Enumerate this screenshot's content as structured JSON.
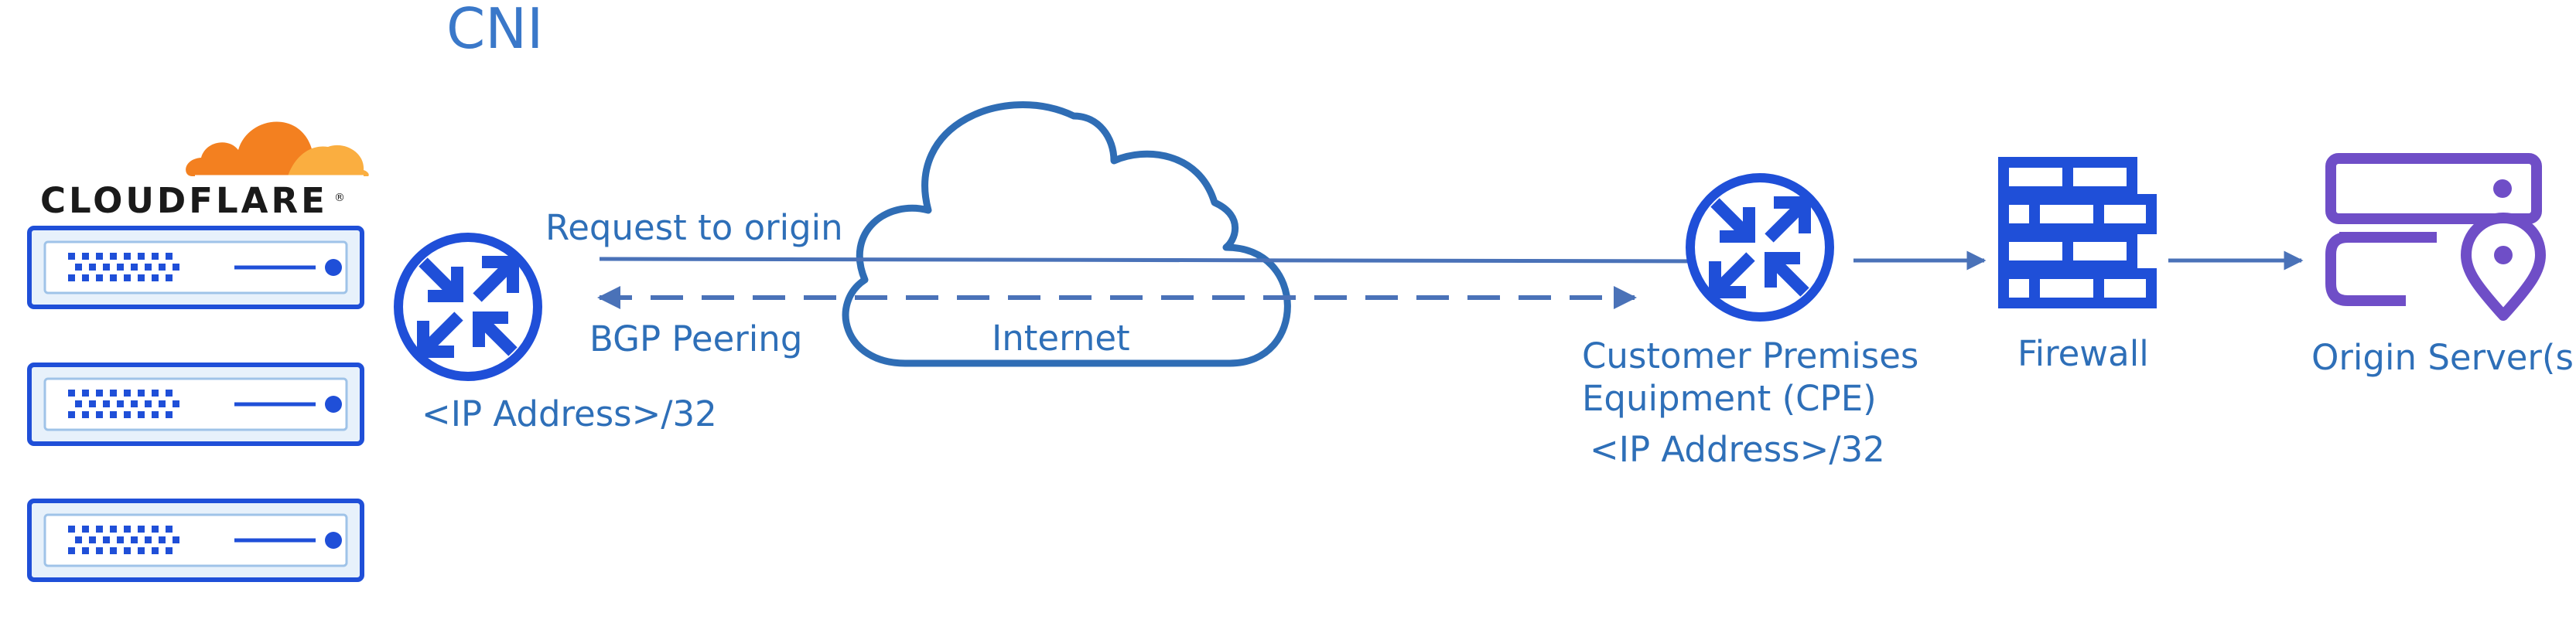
{
  "title": "CNI",
  "brand": {
    "name": "CLOUDFLARE",
    "trademark": "®"
  },
  "links": {
    "request_label": "Request to origin",
    "bgp_label": "BGP Peering",
    "internet_label": "Internet"
  },
  "nodes": {
    "cloudflare_router": {
      "ip": "<IP Address>/32"
    },
    "cpe": {
      "name_line1": "Customer Premises",
      "name_line2": "Equipment (CPE)",
      "ip": "<IP Address>/32"
    },
    "firewall": {
      "name": "Firewall"
    },
    "origin": {
      "name": "Origin Server(s)"
    }
  },
  "colors": {
    "title": "#3a78c9",
    "text": "#2e6fb8",
    "icon_blue": "#1f4fd8",
    "line": "#4a72b8",
    "cloud": "#2f6db5",
    "server_fill": "#e7f1fb",
    "origin_purple": "#6f4ec7",
    "cf_orange": "#f38020",
    "cf_orange_light": "#faae40",
    "brand_text": "#1a1a1a"
  }
}
